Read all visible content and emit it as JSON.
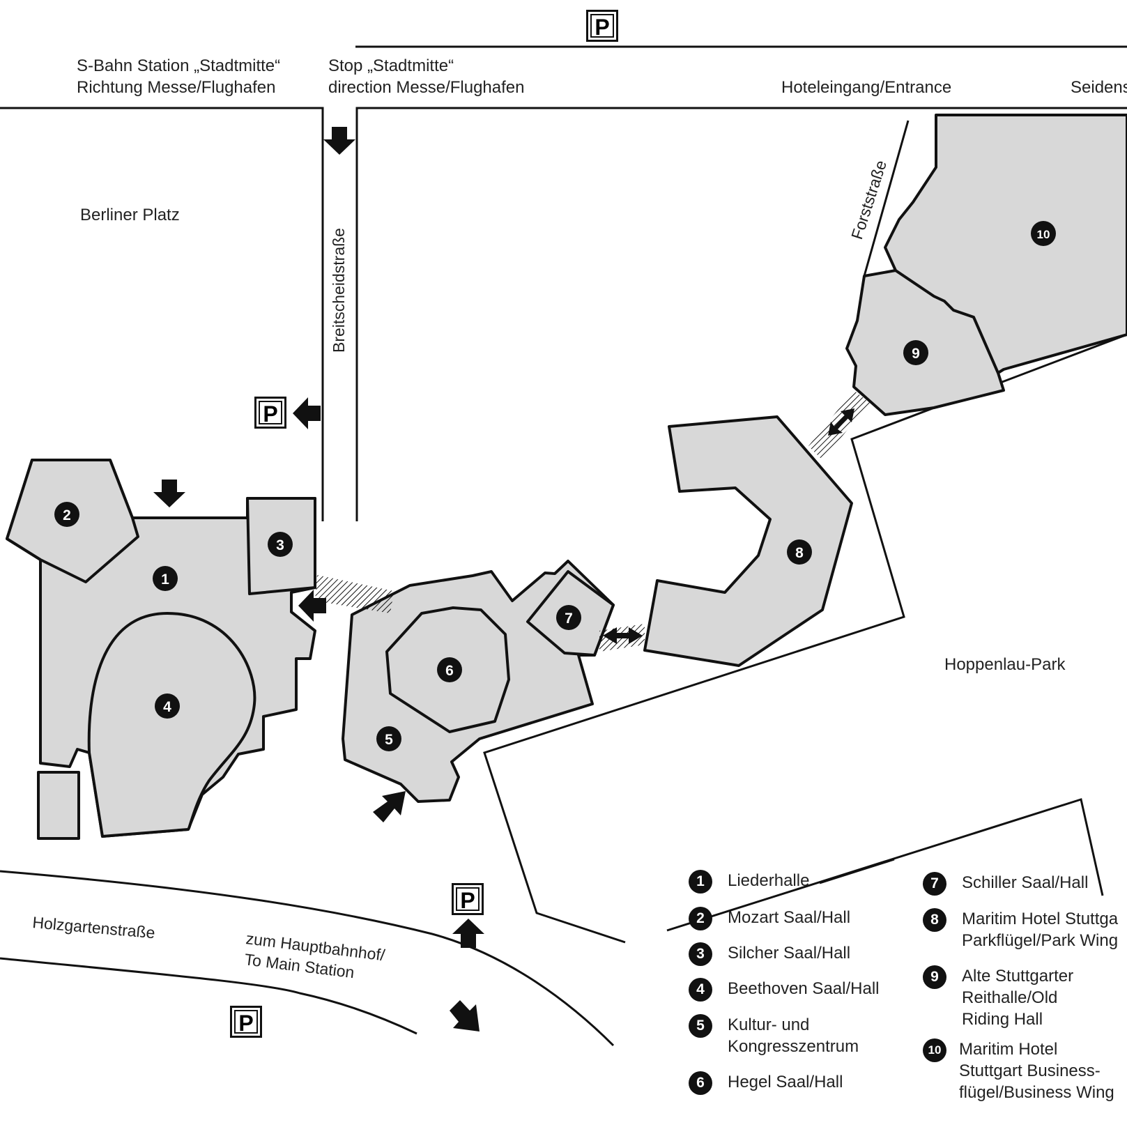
{
  "labels": {
    "sbahn": "S-Bahn Station „Stadtmitte“\nRichtung Messe/Flughafen",
    "stop": "Stop „Stadtmitte“\ndirection Messe/Flughafen",
    "hotel_entrance": "Hoteleingang/Entrance",
    "seidenstr": "Seidens",
    "berliner_platz": "Berliner Platz",
    "breitscheidstr": "Breitscheidstraße",
    "forststr": "Forststraße",
    "hoppenlau": "Hoppenlau-Park",
    "holzgartenstr": "Holzgartenstraße",
    "main_station": "zum Hauptbahnhof/\nTo Main Station",
    "parking": "P"
  },
  "markers": [
    "1",
    "2",
    "3",
    "4",
    "5",
    "6",
    "7",
    "8",
    "9",
    "10"
  ],
  "legend": [
    {
      "num": "1",
      "text": "Liederhalle"
    },
    {
      "num": "2",
      "text": "Mozart Saal/Hall"
    },
    {
      "num": "3",
      "text": "Silcher Saal/Hall"
    },
    {
      "num": "4",
      "text": "Beethoven Saal/Hall"
    },
    {
      "num": "5",
      "text": "Kultur- und\nKongresszentrum"
    },
    {
      "num": "6",
      "text": "Hegel Saal/Hall"
    },
    {
      "num": "7",
      "text": "Schiller Saal/Hall"
    },
    {
      "num": "8",
      "text": "Maritim Hotel Stuttga\nParkflügel/Park Wing"
    },
    {
      "num": "9",
      "text": "Alte Stuttgarter\nReithalle/Old\nRiding Hall"
    },
    {
      "num": "10",
      "text": "Maritim Hotel\nStuttgart Business-\nflügel/Business Wing"
    }
  ],
  "colors": {
    "building_fill": "#d8d8d8",
    "ink": "#111111",
    "background": "#ffffff"
  },
  "icons": {
    "parking": "parking-sign-icon",
    "arrow": "entrance-arrow-icon",
    "marker": "numbered-circle-icon"
  }
}
